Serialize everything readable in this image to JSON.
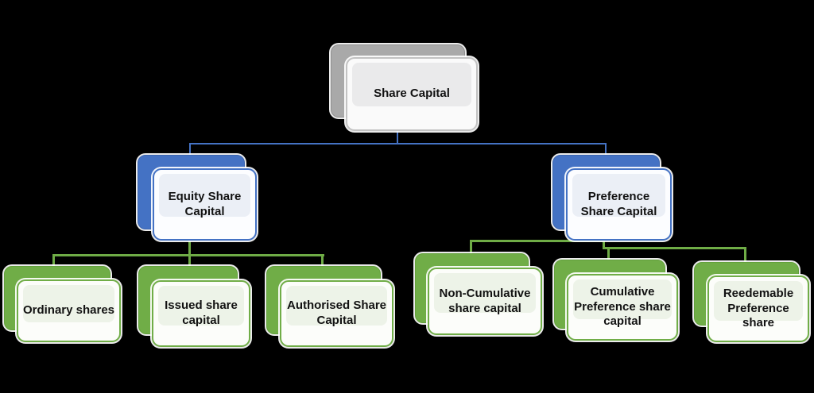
{
  "diagram": {
    "type": "hierarchy",
    "background": "#000000",
    "colors": {
      "root_back": "#A9A9A9",
      "level2_back": "#4472C4",
      "level3_back": "#70AD47",
      "connector_blue": "#4472C4",
      "connector_green": "#6FAC46",
      "card_fill": "#FCFDFA",
      "text": "#121212",
      "halo": "#FFFFFF"
    },
    "nodes": {
      "root": {
        "label": "Share Capital",
        "level": 1
      },
      "equity": {
        "label": "Equity Share Capital",
        "level": 2
      },
      "preference": {
        "label": "Preference Share Capital",
        "level": 2
      },
      "ordinary": {
        "label": "Ordinary shares",
        "level": 3
      },
      "issued": {
        "label": "Issued share capital",
        "level": 3
      },
      "authorised": {
        "label": "Authorised Share Capital",
        "level": 3
      },
      "non_cumulative": {
        "label": "Non-Cumulative share capital",
        "level": 3
      },
      "cumulative": {
        "label": "Cumulative Preference share capital",
        "level": 3
      },
      "redeemable": {
        "label": "Reedemable Preference share",
        "level": 3
      }
    },
    "edges": [
      {
        "from": "root",
        "to": "equity"
      },
      {
        "from": "root",
        "to": "preference"
      },
      {
        "from": "equity",
        "to": "ordinary"
      },
      {
        "from": "equity",
        "to": "issued"
      },
      {
        "from": "equity",
        "to": "authorised"
      },
      {
        "from": "preference",
        "to": "non_cumulative"
      },
      {
        "from": "preference",
        "to": "cumulative"
      },
      {
        "from": "preference",
        "to": "redeemable"
      }
    ]
  }
}
